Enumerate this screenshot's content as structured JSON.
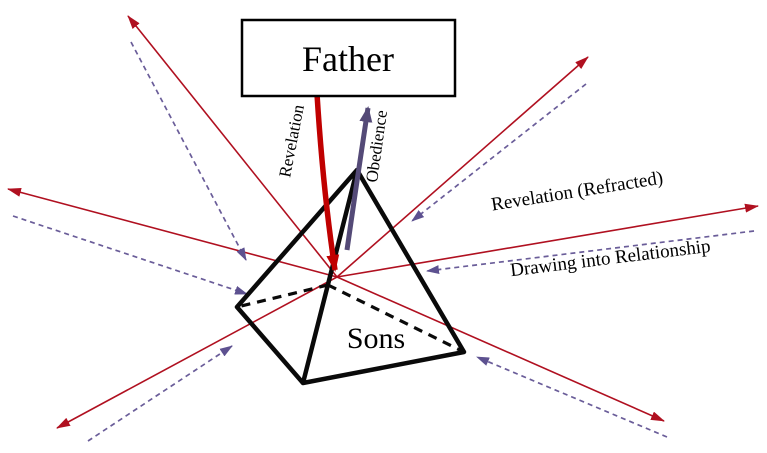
{
  "diagram": {
    "type": "concept-diagram",
    "nodes": {
      "father": "Father",
      "sons": "Sons"
    },
    "arrows": {
      "revelation": "Revelation",
      "obedience": "Obedience",
      "revelation_refracted": "Revelation (Refracted)",
      "drawing_into_relationship": "Drawing into Relationship"
    },
    "colors": {
      "revelation_red": "#c00000",
      "refracted_ray_red": "#b01020",
      "obedience_purple": "#544a77",
      "drawing_dashed_purple": "#6a5d99",
      "pyramid_black": "#0a0a0a",
      "background": "#ffffff"
    }
  }
}
